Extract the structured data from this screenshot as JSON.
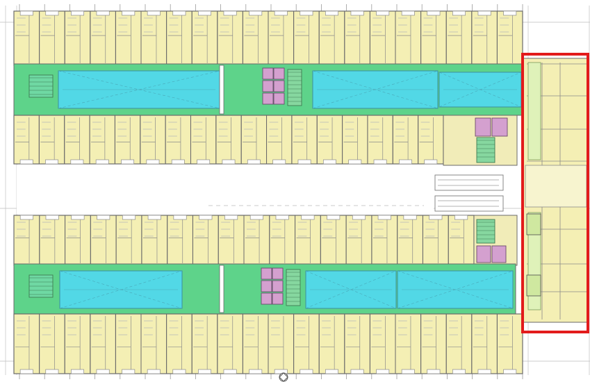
{
  "drawing": {
    "type": "architectural-floor-plan",
    "colors": {
      "unit": "#f4efb4",
      "corridor": "#5ed38a",
      "pool": "#52d8e6",
      "core": "#d4a0cf",
      "wall": "#6a6a6a",
      "callout": "#e21b1b",
      "paper": "#ffffff"
    },
    "wings": [
      {
        "name": "north",
        "units_per_row": 20,
        "stair_pos": "right"
      },
      {
        "name": "south",
        "units_per_row": 20,
        "stair_pos": "right"
      }
    ],
    "highlight": {
      "shape": "rectangle",
      "color": "#e21b1b",
      "region": "east-block"
    }
  }
}
